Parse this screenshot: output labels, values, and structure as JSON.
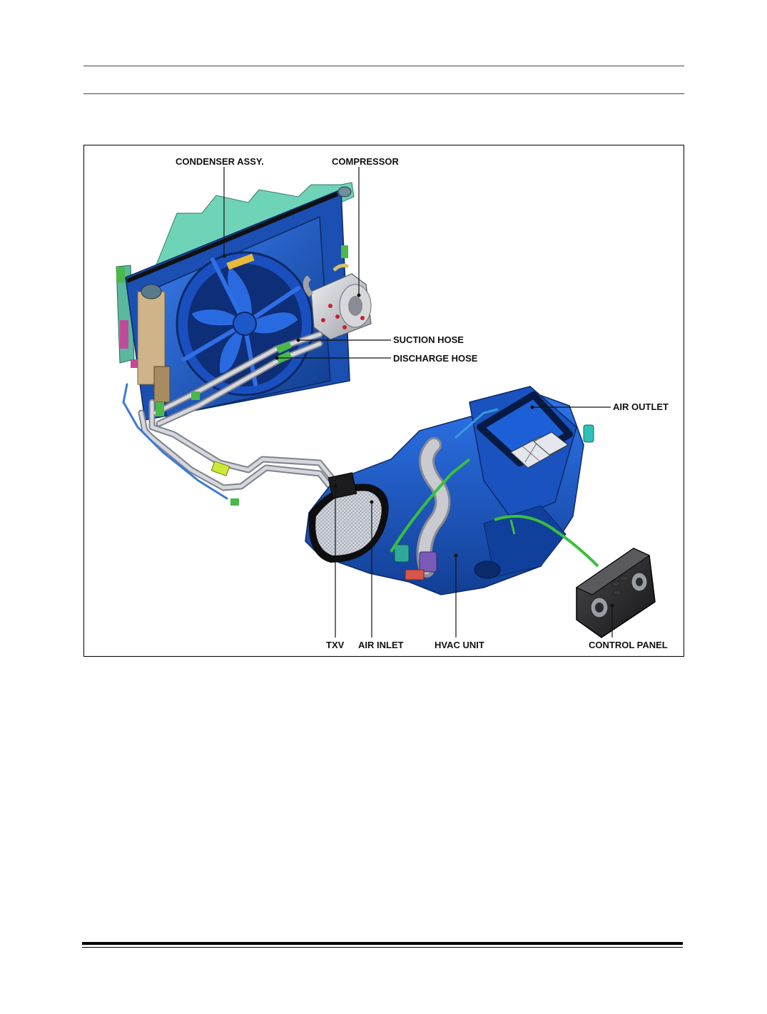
{
  "figure": {
    "labels": {
      "condenser": "CONDENSER ASSY.",
      "compressor": "COMPRESSOR",
      "suction_hose": "SUCTION HOSE",
      "discharge_hose": "DISCHARGE HOSE",
      "air_outlet": "AIR OUTLET",
      "txv": "TXV",
      "air_inlet": "AIR INLET",
      "hvac_unit": "HVAC UNIT",
      "control_panel": "CONTROL PANEL"
    },
    "colors": {
      "module_blue": "#1f5fd0",
      "module_blue_dark": "#0f3a8a",
      "teal_frame": "#6fd3b8",
      "pipe": "#b9bcc4",
      "harness_green": "#3bbf3b"
    }
  }
}
